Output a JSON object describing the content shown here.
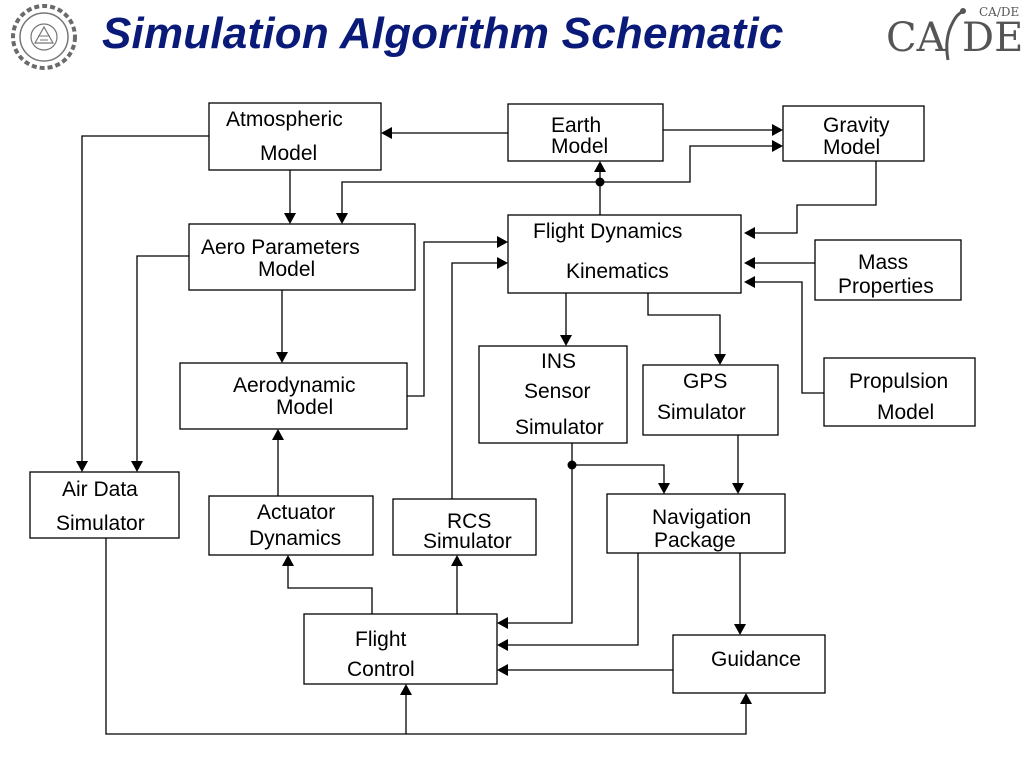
{
  "title": "Simulation Algorithm Schematic",
  "logos": {
    "institute_seal": "IIT Bombay seal",
    "cade": {
      "left": "CA",
      "right": "DE",
      "superscript": "CA/DE"
    }
  },
  "blocks": {
    "atmospheric_model": [
      "Atmospheric",
      "Model"
    ],
    "earth_model": [
      "Earth",
      "Model"
    ],
    "gravity_model": [
      "Gravity",
      "Model"
    ],
    "aero_parameters_model": [
      "Aero Parameters",
      "Model"
    ],
    "flight_dynamics_kinematics": [
      "Flight Dynamics",
      "Kinematics"
    ],
    "mass_properties": [
      "Mass",
      "Properties"
    ],
    "aerodynamic_model": [
      "Aerodynamic",
      "Model"
    ],
    "ins_sensor_simulator": [
      "INS",
      "Sensor",
      "Simulator"
    ],
    "gps_simulator": [
      "GPS",
      "Simulator"
    ],
    "propulsion_model": [
      "Propulsion",
      "Model"
    ],
    "air_data_simulator": [
      "Air Data",
      "Simulator"
    ],
    "actuator_dynamics": [
      "Actuator",
      "Dynamics"
    ],
    "rcs_simulator": [
      "RCS",
      "Simulator"
    ],
    "navigation_package": [
      "Navigation",
      "Package"
    ],
    "flight_control": [
      "Flight",
      "Control"
    ],
    "guidance": [
      "Guidance"
    ]
  }
}
